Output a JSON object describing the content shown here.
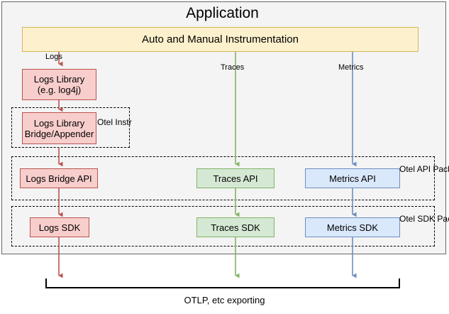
{
  "diagram": {
    "title": "Application",
    "instrumentation": {
      "label": "Auto and Manual Instrumentation",
      "color": "#fdf1cd",
      "border": "#d6b656"
    },
    "signals": [
      {
        "name": "logs",
        "label": "Logs",
        "color": "#b85450"
      },
      {
        "name": "traces",
        "label": "Traces",
        "color": "#82b366"
      },
      {
        "name": "metrics",
        "label": "Metrics",
        "color": "#6c8ebf"
      }
    ],
    "nodes": {
      "logs_library": {
        "line1": "Logs Library",
        "line2": "(e.g. log4j)"
      },
      "logs_bridge_appender": {
        "line1": "Logs Library",
        "line2": "Bridge/Appender"
      },
      "logs_bridge_api": {
        "label": "Logs Bridge API"
      },
      "traces_api": {
        "label": "Traces API"
      },
      "metrics_api": {
        "label": "Metrics API"
      },
      "logs_sdk": {
        "label": "Logs SDK"
      },
      "traces_sdk": {
        "label": "Traces SDK"
      },
      "metrics_sdk": {
        "label": "Metrics SDK"
      }
    },
    "groups": {
      "otel_instr": {
        "line1": "Otel",
        "line2": "Instr"
      },
      "otel_api_package": {
        "line1": "Otel",
        "line2": "API",
        "line3": "Package"
      },
      "otel_sdk_package": {
        "line1": "Otel",
        "line2": "SDK",
        "line3": "Package"
      }
    },
    "export": {
      "label": "OTLP, etc exporting"
    },
    "colors": {
      "logs_fill": "#f8cecc",
      "logs_stroke": "#b85450",
      "traces_fill": "#d5e8d4",
      "traces_stroke": "#82b366",
      "metrics_fill": "#dae8fc",
      "metrics_stroke": "#6c8ebf",
      "instrumentation_fill": "#fdf1cd",
      "instrumentation_stroke": "#d6b656",
      "app_background": "#f4f4f4",
      "app_border": "#666666"
    }
  }
}
